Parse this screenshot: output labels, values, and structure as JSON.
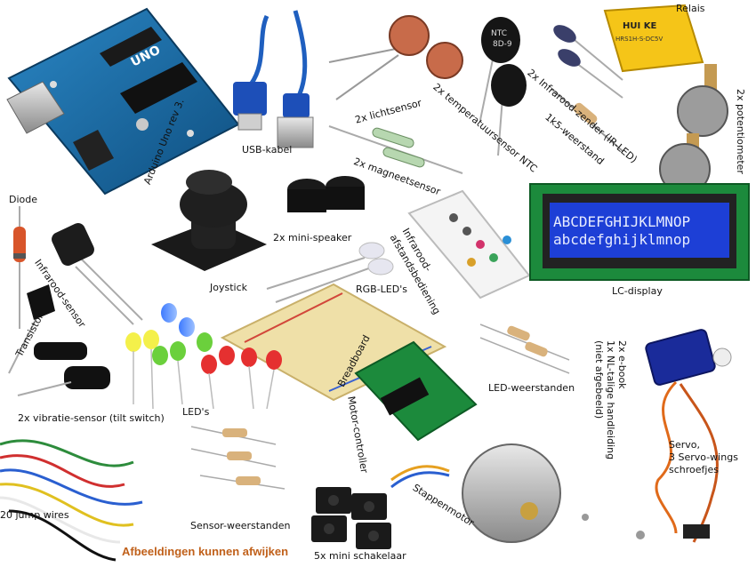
{
  "labels": {
    "arduino": "Arduino Uno rev 3.",
    "usb": "USB-kabel",
    "ldr": "2x lichtsensor",
    "ntc": "2x temperatuursensor NTC",
    "ir_led": "2x Infrarood-zender (IR-LED)",
    "relais": "Relais",
    "pot": "2x potentiometer",
    "resistor_1k5": "1k5-weerstand",
    "reed": "2x magneetsensor",
    "diode": "Diode",
    "joystick": "Joystick",
    "speaker": "2x  mini-speaker",
    "remote_line1": "Infrarood-",
    "remote_line2": "afstandsbediening",
    "lcd_display": "LC-display",
    "ir_sensor": "Infrarood-sensor",
    "transistor": "Transistor",
    "rgb": "RGB-LED's",
    "breadboard": "Breadboard",
    "tilt": "2x vibratie-sensor (tilt switch)",
    "leds": "LED's",
    "led_resistors": "LED-weerstanden",
    "ebook_line1": "2x e-book",
    "ebook_line2": "1x NL-talige handleiding",
    "ebook_line3": "(niet afgebeeld)",
    "motor_ctrl": "Motor-controller",
    "servo_line1": "Servo,",
    "servo_line2": "3 Servo-wings",
    "servo_line3": "schroefjes",
    "sensor_resistors": "Sensor-weerstanden",
    "jumpers": "20 jump wires",
    "stepper": "Stappenmotor",
    "switches": "5x mini schakelaar",
    "disclaimer": "Afbeeldingen kunnen afwijken"
  },
  "lcd": {
    "line1": "ABCDEFGHIJKLMNOP",
    "line2": "abcdefghijklmnop"
  },
  "relay_marking": {
    "brand": "HUI KE",
    "model": "HRS1H-S-DC5V"
  },
  "ntc_marking": {
    "top": "NTC",
    "bottom": "8D-9"
  },
  "arduino_marking": "UNO",
  "colors": {
    "arduino_board": "#1a6fa6",
    "relay": "#f5c518",
    "lcd_screen": "#1d3fd6",
    "lcd_pcb": "#1c8a3c",
    "breadboard": "#efe0a8",
    "servo": "#1a2b9a",
    "disclaimer": "#c0601a"
  }
}
